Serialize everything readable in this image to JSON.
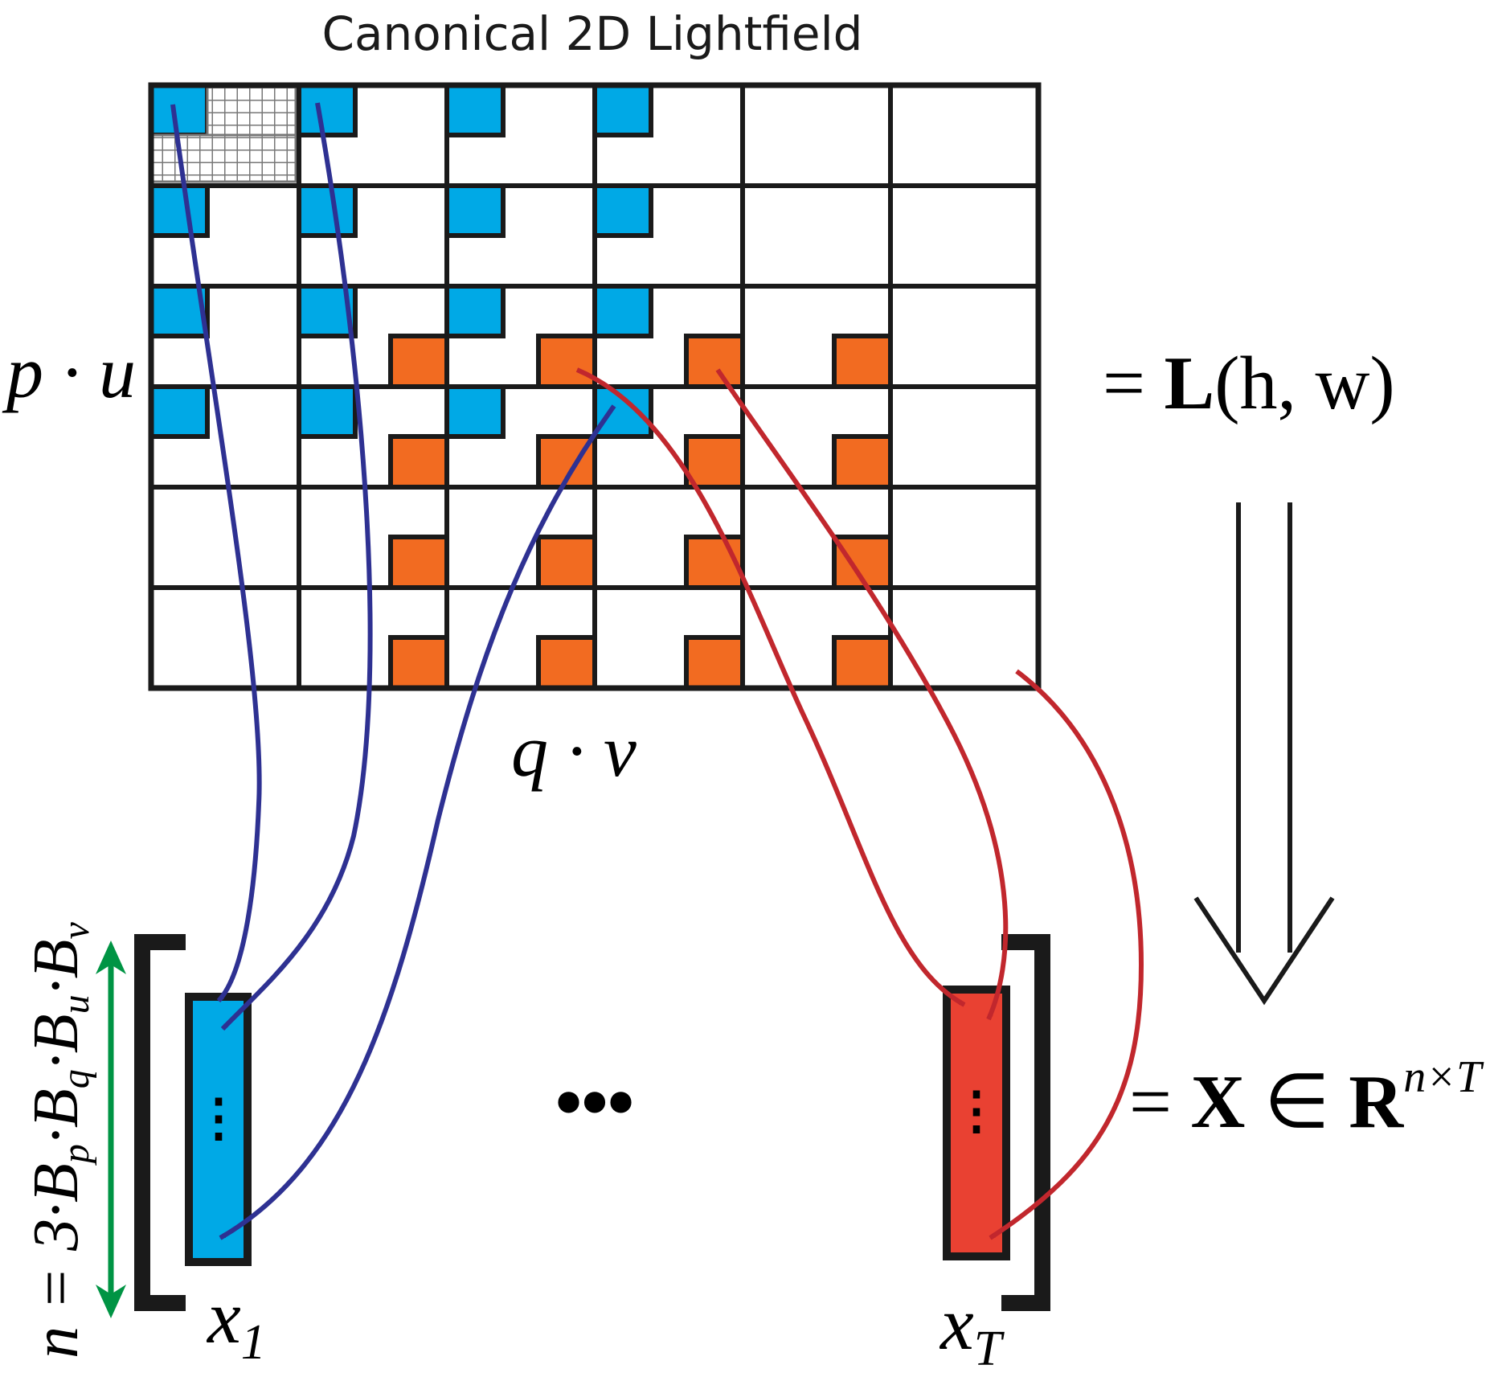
{
  "title": "Canonical 2D Lightfield",
  "grid": {
    "rows": 6,
    "cols": 6
  },
  "labels": {
    "row_axis": "p · u",
    "col_axis": "q · v",
    "equation_top_prefix": "= ",
    "equation_top_bold": "L",
    "equation_top_args": "(h, w)",
    "equation_bottom_prefix": "= ",
    "equation_bottom_X": "X",
    "equation_bottom_in": " ∈ ",
    "equation_bottom_R": "R",
    "equation_bottom_sup": "n×T",
    "vector_first_name": "x",
    "vector_first_sub": "1",
    "vector_last_name": "x",
    "vector_last_sub": "T",
    "ellipsis": "•••",
    "vector_dots": "⋮",
    "n_formula": "n = 3·B_p·B_q·B_u·B_v"
  },
  "colors": {
    "blue_block": "#00a9e6",
    "orange_block": "#f26b21",
    "red_vector": "#e94132",
    "blue_arrow": "#2e3192",
    "red_arrow": "#c1272d",
    "green_arrow": "#009444",
    "grid_line": "#1a1a1a"
  },
  "icons": {
    "down_arrow": "hollow-double-down-arrow-icon",
    "n_dimension": "double-headed-arrow-icon"
  }
}
